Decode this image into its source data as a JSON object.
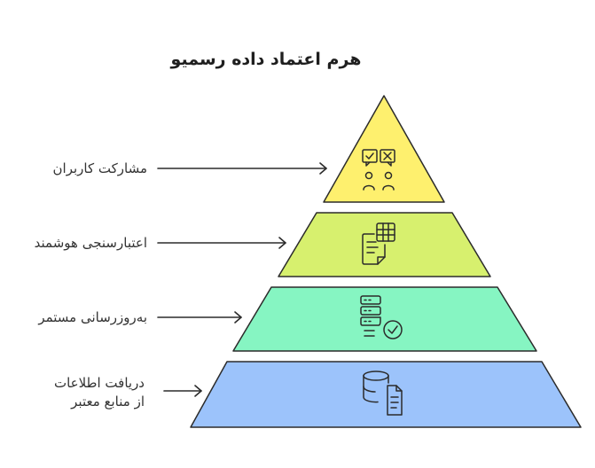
{
  "title": "هرم اعتماد داده رسمیو",
  "layers": [
    {
      "label_lines": [
        "مشارکت کاربران"
      ],
      "icon": "user-feedback-icon",
      "fill": "#fef06e",
      "stroke": "#2b2b2b"
    },
    {
      "label_lines": [
        "اعتبارسنجی هوشمند"
      ],
      "icon": "document-table-icon",
      "fill": "#d7f06e",
      "stroke": "#2b2b2b"
    },
    {
      "label_lines": [
        "به‌روزرسانی مستمر"
      ],
      "icon": "server-check-icon",
      "fill": "#86f5c2",
      "stroke": "#2b2b2b"
    },
    {
      "label_lines": [
        "دریافت اطلاعات",
        "از منابع معتبر"
      ],
      "icon": "database-document-icon",
      "fill": "#9cc3fb",
      "stroke": "#2b2b2b"
    }
  ],
  "colors": {
    "arrow": "#2b2b2b",
    "icon_stroke": "#2b2b2b",
    "text": "#333333"
  }
}
